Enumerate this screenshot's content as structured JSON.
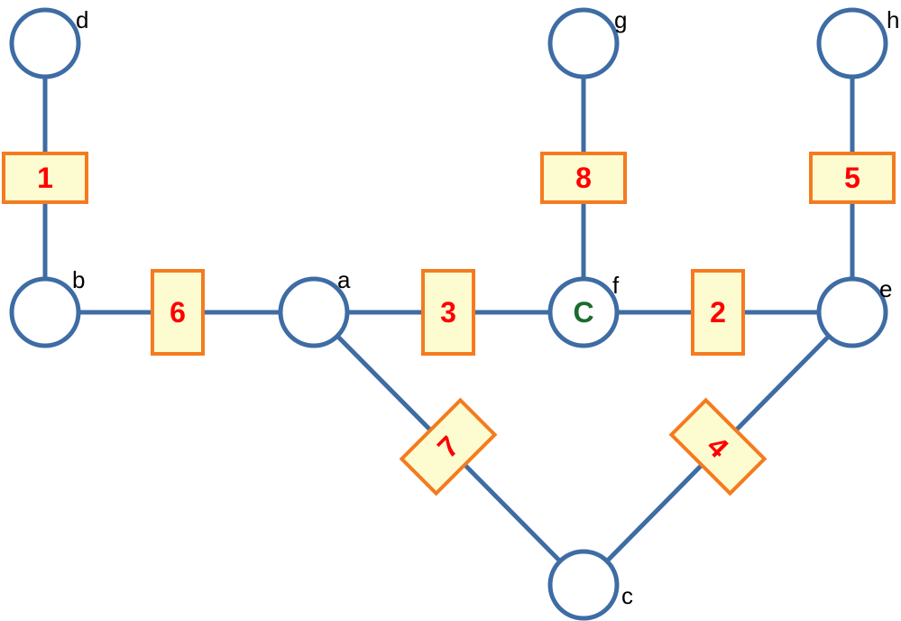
{
  "colors": {
    "edge": "#3e6ca4",
    "node_stroke": "#3e6ca4",
    "box_fill": "#fdfbd0",
    "box_stroke": "#f47b20",
    "weight_text": "#ff0000",
    "mark_text": "#1a6b2f"
  },
  "nodes": [
    {
      "id": "d",
      "label": "d",
      "mark": ""
    },
    {
      "id": "g",
      "label": "g",
      "mark": ""
    },
    {
      "id": "h",
      "label": "h",
      "mark": ""
    },
    {
      "id": "b",
      "label": "b",
      "mark": ""
    },
    {
      "id": "a",
      "label": "a",
      "mark": ""
    },
    {
      "id": "f",
      "label": "f",
      "mark": "C"
    },
    {
      "id": "e",
      "label": "e",
      "mark": ""
    },
    {
      "id": "c",
      "label": "c",
      "mark": ""
    }
  ],
  "edges": [
    {
      "from": "d",
      "to": "b",
      "weight": "1"
    },
    {
      "from": "b",
      "to": "a",
      "weight": "6"
    },
    {
      "from": "a",
      "to": "f",
      "weight": "3"
    },
    {
      "from": "g",
      "to": "f",
      "weight": "8"
    },
    {
      "from": "f",
      "to": "e",
      "weight": "2"
    },
    {
      "from": "h",
      "to": "e",
      "weight": "5"
    },
    {
      "from": "a",
      "to": "c",
      "weight": "7"
    },
    {
      "from": "c",
      "to": "e",
      "weight": "4"
    }
  ]
}
